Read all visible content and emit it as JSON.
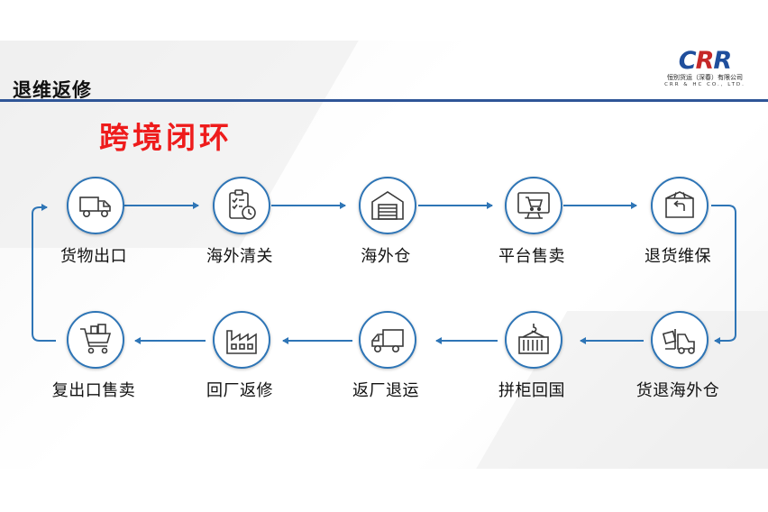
{
  "header": {
    "title": "退维返修"
  },
  "logo": {
    "mark": "CRR",
    "company_cn": "恒别货运（深春）有限公司",
    "company_en": "CRR & HC CO., LTD."
  },
  "diagram": {
    "title": "跨境闭环",
    "colors": {
      "accent": "#2e75b6",
      "title": "#ee1c1c",
      "icon": "#3a3a3a"
    },
    "top_row": [
      {
        "id": "cargo-export",
        "label": "货物出口",
        "icon": "truck-icon"
      },
      {
        "id": "customs-clearance",
        "label": "海外清关",
        "icon": "clipboard-clock-icon"
      },
      {
        "id": "overseas-warehouse",
        "label": "海外仓",
        "icon": "warehouse-icon"
      },
      {
        "id": "platform-sales",
        "label": "平台售卖",
        "icon": "shopping-cart-monitor-icon"
      },
      {
        "id": "return-repair",
        "label": "退货维保",
        "icon": "return-box-icon"
      }
    ],
    "bottom_row": [
      {
        "id": "re-export-sale",
        "label": "复出口售卖",
        "icon": "shopping-cart-icon"
      },
      {
        "id": "factory-repair",
        "label": "回厂返修",
        "icon": "factory-icon"
      },
      {
        "id": "return-to-factory",
        "label": "返厂退运",
        "icon": "truck-icon"
      },
      {
        "id": "container-return",
        "label": "拼柜回国",
        "icon": "container-hook-icon"
      },
      {
        "id": "return-overseas-warehouse",
        "label": "货退海外仓",
        "icon": "forklift-icon"
      }
    ]
  }
}
